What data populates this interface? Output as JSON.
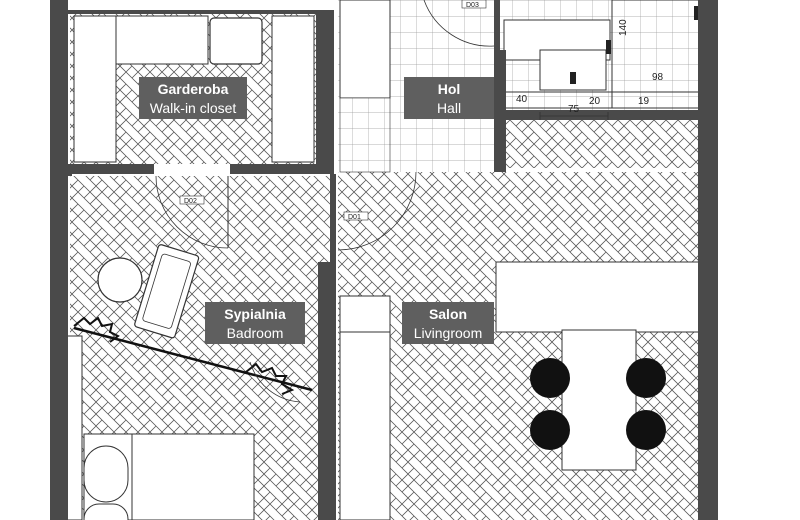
{
  "rooms": {
    "closet": {
      "title": "Garderoba",
      "subtitle": "Walk-in closet"
    },
    "hall": {
      "title": "Hol",
      "subtitle": "Hall"
    },
    "bedroom": {
      "title": "Sypialnia",
      "subtitle": "Badroom"
    },
    "living": {
      "title": "Salon",
      "subtitle": "Livingroom"
    }
  },
  "doors": {
    "d03": "D03",
    "d02": "D02",
    "d01": "D01"
  },
  "dimensions": {
    "d140": "140",
    "d98": "98",
    "d40": "40",
    "d75": "75",
    "d20": "20",
    "d19": "19"
  },
  "colors": {
    "wall": "#4a4a4a",
    "label_bg": "#5f5f5f",
    "pattern": "#555555",
    "tile_grid": "#9a9a9a"
  }
}
